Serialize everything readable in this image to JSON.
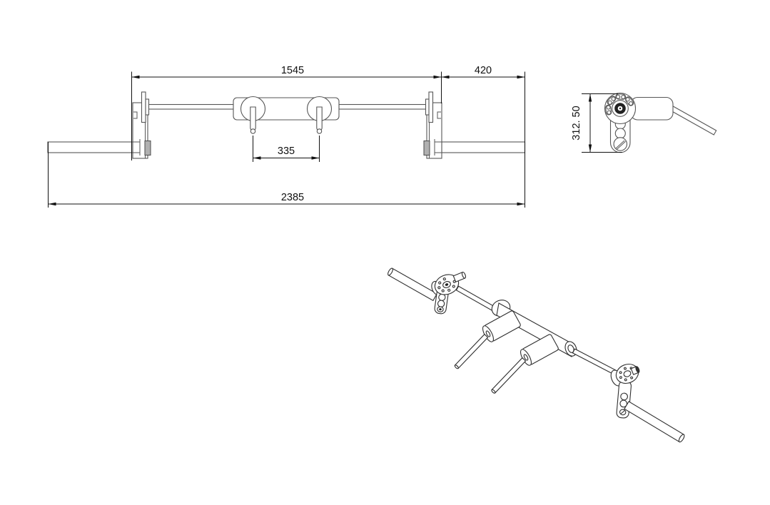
{
  "drawing": {
    "type": "cad-engineering-drawing",
    "subject": "safety-squat-bar",
    "background": "#ffffff",
    "colors": {
      "part_line": "#565656",
      "isometric_line": "#2e2e2e",
      "dimension_line": "#111111"
    },
    "views": [
      {
        "id": "front-view",
        "kind": "orthographic-front"
      },
      {
        "id": "side-view",
        "kind": "orthographic-side"
      },
      {
        "id": "isometric-view",
        "kind": "isometric"
      }
    ]
  },
  "dimensions": {
    "front": {
      "inner_width": "1545",
      "end_section": "420",
      "handle_spacing": "335",
      "overall_length": "2385"
    },
    "side": {
      "drop_height": "312. 50"
    }
  }
}
